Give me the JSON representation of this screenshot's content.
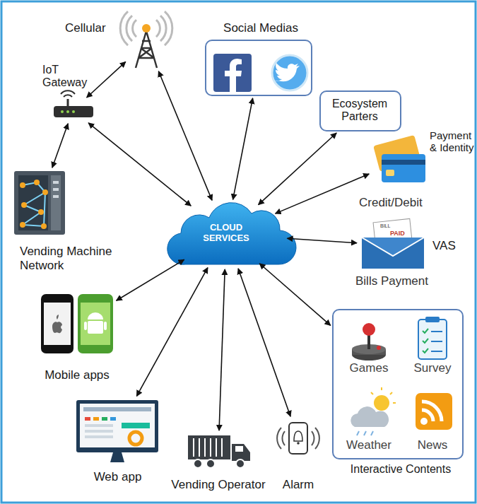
{
  "diagram": {
    "nodes": [
      {
        "text": [
          "Cellular"
        ]
      },
      {
        "text": [
          "Social Medias"
        ]
      },
      {
        "text": [
          "IoT Gateway"
        ]
      },
      {
        "text": [
          "Ecosystem Parters"
        ]
      },
      {
        "text": [
          "Payment & Identity",
          "Credit/Debit"
        ]
      },
      {
        "text": [
          "Vending Machine Network"
        ]
      },
      {
        "text": [
          "CLOUD SERVICES"
        ]
      },
      {
        "text": [
          "VAS",
          "Bills Payment"
        ]
      },
      {
        "text": [
          "Mobile apps"
        ]
      },
      {
        "text": [
          "Interactive Contents"
        ]
      },
      {
        "text": [
          "Games"
        ],
        "in": 9
      },
      {
        "text": [
          "Survey"
        ],
        "in": 9
      },
      {
        "text": [
          "Weather"
        ],
        "in": 9
      },
      {
        "text": [
          "News"
        ],
        "in": 9
      },
      {
        "text": [
          "Web app"
        ]
      },
      {
        "text": [
          "Vending Operator"
        ]
      },
      {
        "text": [
          "Alarm"
        ]
      }
    ],
    "edges": [
      {
        "from": 2,
        "to": 0,
        "arrow": "both"
      },
      {
        "from": 2,
        "to": 5,
        "arrow": "both"
      },
      {
        "from": 2,
        "to": 6,
        "arrow": "both"
      },
      {
        "from": 0,
        "to": 6,
        "arrow": "both"
      },
      {
        "from": 1,
        "to": 6,
        "arrow": "both"
      },
      {
        "from": 3,
        "to": 6,
        "arrow": "both"
      },
      {
        "from": 4,
        "to": 6,
        "arrow": "both"
      },
      {
        "from": 7,
        "to": 6,
        "arrow": "both"
      },
      {
        "from": 9,
        "to": 6,
        "arrow": "both"
      },
      {
        "from": 16,
        "to": 6,
        "arrow": "both"
      },
      {
        "from": 15,
        "to": 6,
        "arrow": "both"
      },
      {
        "from": 14,
        "to": 6,
        "arrow": "both"
      },
      {
        "from": 8,
        "to": 6,
        "arrow": "both"
      }
    ],
    "labels": [
      "BILL",
      "PAID"
    ]
  }
}
